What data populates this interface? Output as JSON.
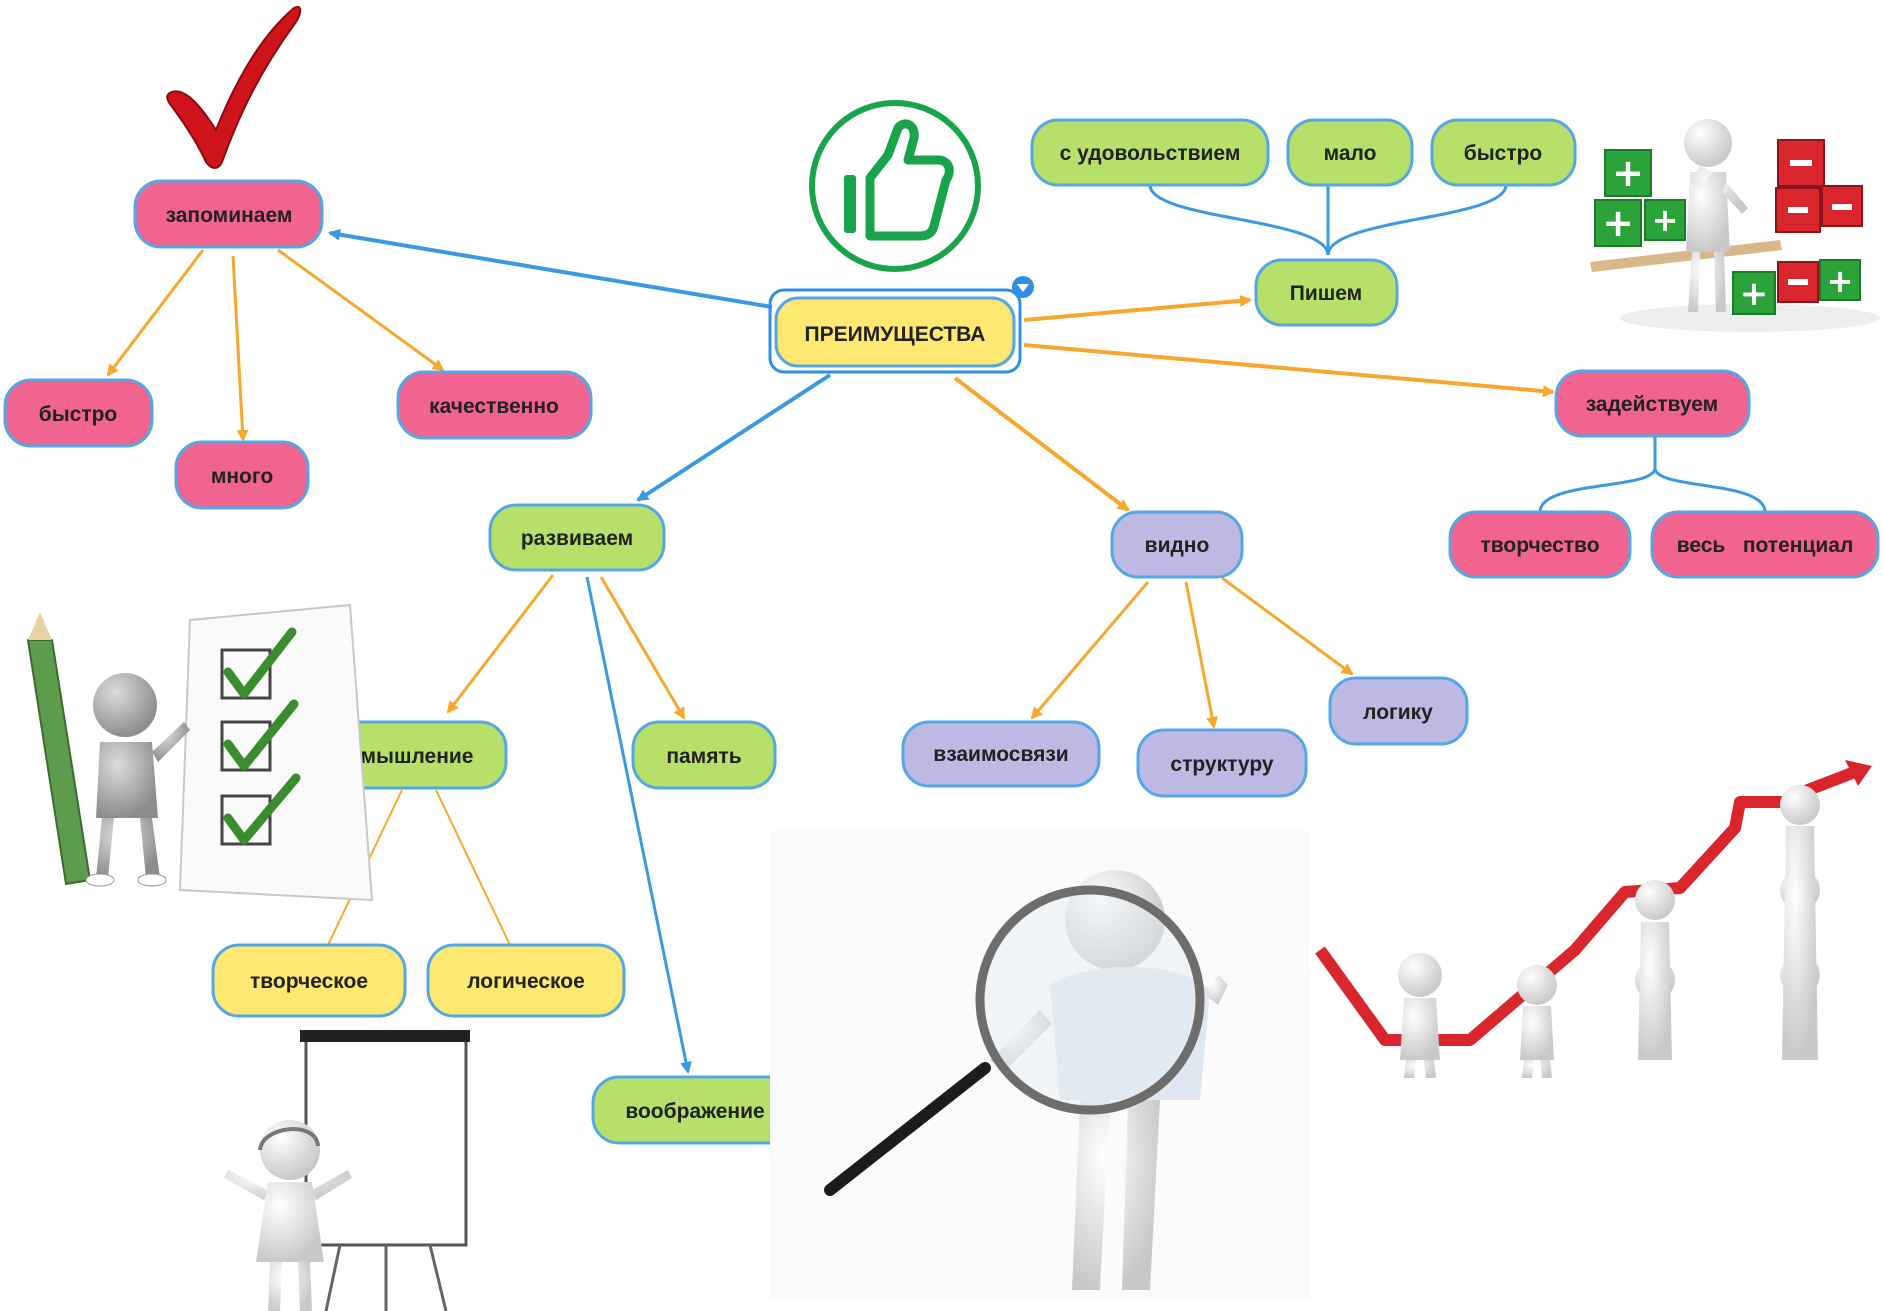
{
  "colors": {
    "pink": "#f0648f",
    "green": "#b7e06a",
    "yellow": "#fde872",
    "lavender": "#bdb9e2",
    "node_border": "#54a7e6",
    "arrow_blue": "#3a9ae0",
    "arrow_orange": "#f7a72b",
    "thumbs_green": "#19a34a",
    "check_red": "#d0141c"
  },
  "map": {
    "central": "ПРЕИМУЩЕСТВА",
    "remember": {
      "label": "запоминаем",
      "children": [
        "быстро",
        "много",
        "качественно"
      ]
    },
    "write": {
      "label": "Пишем",
      "children": [
        "с удовольствием",
        "мало",
        "быстро"
      ]
    },
    "engage": {
      "label": "задействуем",
      "children": [
        "творчество",
        "весь   потенциал"
      ]
    },
    "develop": {
      "label": "развиваем",
      "children": [
        "мышление",
        "память",
        "воображение"
      ],
      "thinking_children": [
        "творческое",
        "логическое"
      ]
    },
    "visible": {
      "label": "видно",
      "children": [
        "взаимосвязи",
        "структуру",
        "логику"
      ]
    }
  },
  "illustrations": [
    "red-checkmark-icon",
    "thumbs-up-icon",
    "plus-minus-cubes-figure",
    "checklist-figure",
    "flipchart-presenter-figure",
    "magnifier-figure",
    "growth-chart-figures"
  ]
}
